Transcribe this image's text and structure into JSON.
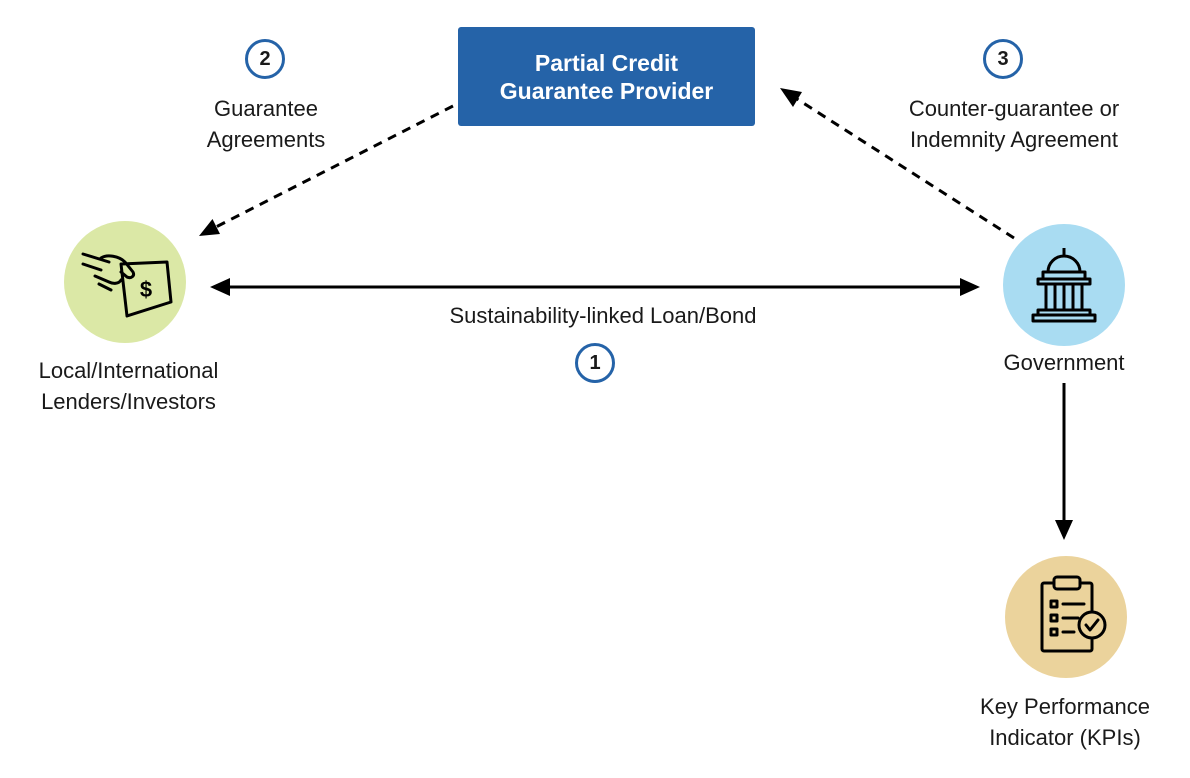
{
  "provider": {
    "line1": "Partial Credit",
    "line2": "Guarantee Provider",
    "color": "#2563a8"
  },
  "steps": {
    "one": "1",
    "two": "2",
    "three": "3"
  },
  "labels": {
    "guarantee_line1": "Guarantee",
    "guarantee_line2": "Agreements",
    "counter_line1": "Counter-guarantee or",
    "counter_line2": "Indemnity Agreement",
    "loan": "Sustainability-linked Loan/Bond"
  },
  "nodes": {
    "lenders": {
      "line1": "Local/International",
      "line2": "Lenders/Investors",
      "color": "#dbe8a6",
      "icon": "hand-money-icon"
    },
    "government": {
      "label": "Government",
      "color": "#a9dcf2",
      "icon": "government-building-icon"
    },
    "kpi": {
      "line1": "Key Performance",
      "line2": "Indicator (KPIs)",
      "color": "#ebd39c",
      "icon": "checklist-clipboard-icon"
    }
  }
}
